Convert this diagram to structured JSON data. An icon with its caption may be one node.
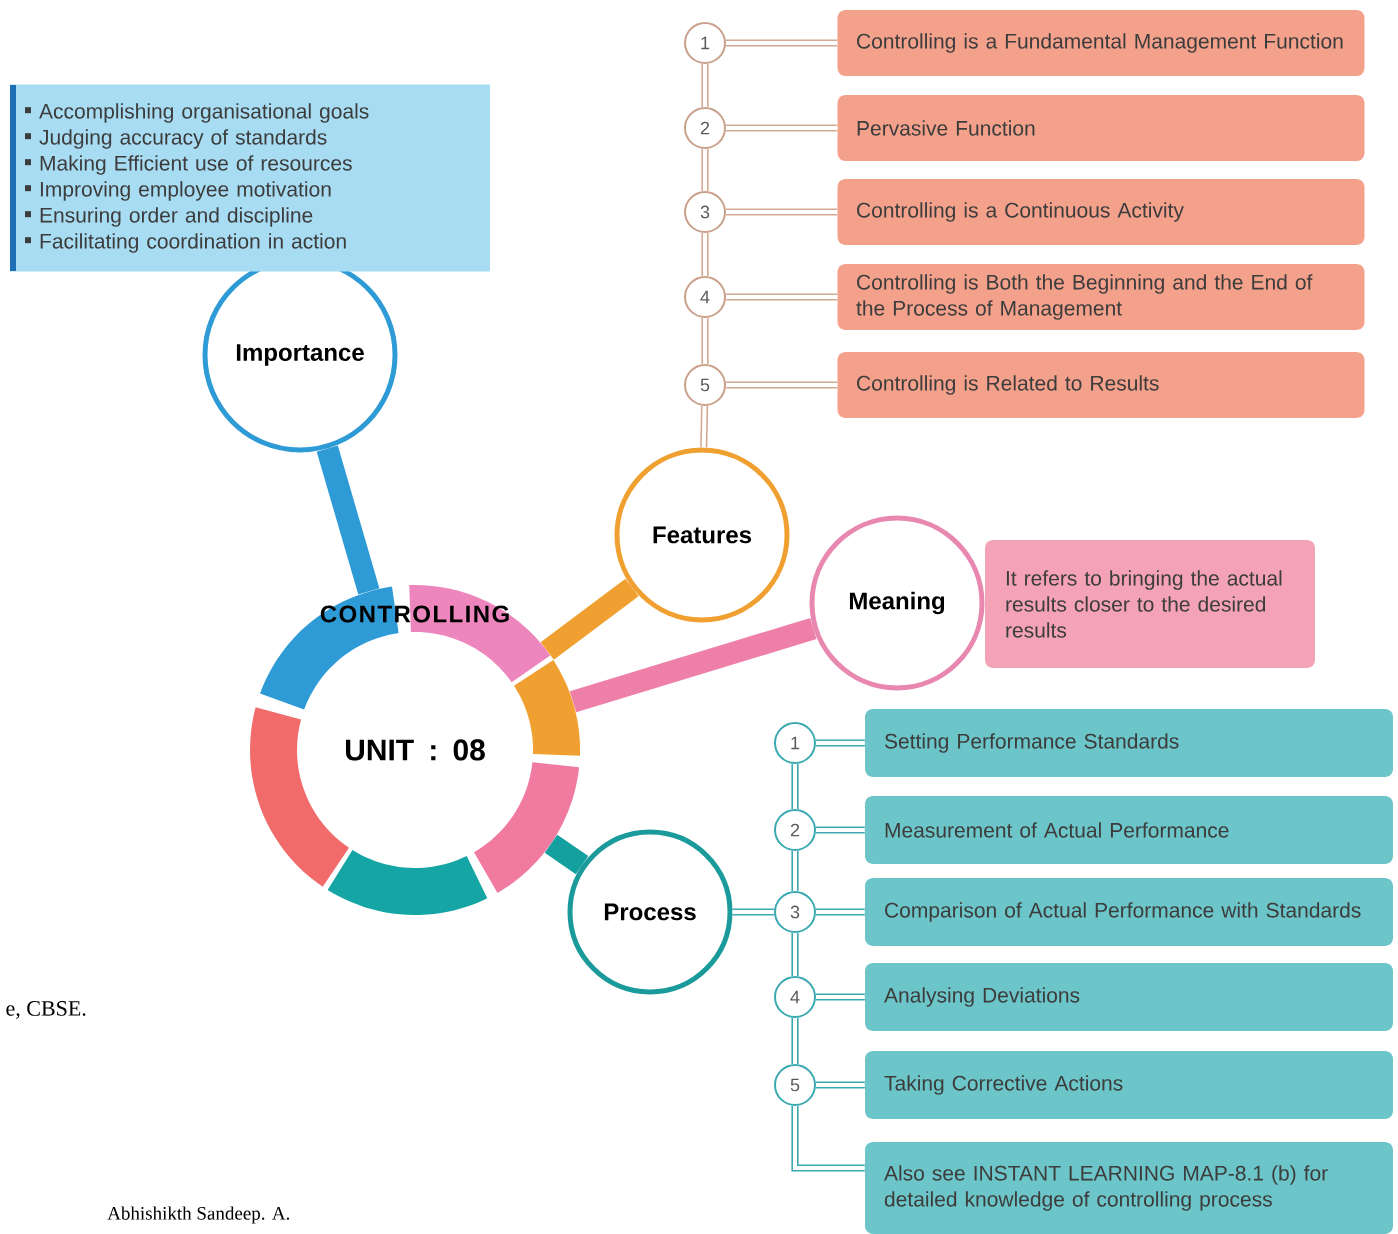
{
  "diagram": {
    "nodes": [
      {
        "text": [
          "CONTROLLING",
          "UNIT : 08"
        ]
      },
      {
        "text": [
          "Importance"
        ]
      },
      {
        "text": [
          "Accomplishing organisational goals",
          "Judging accuracy of standards",
          "Making Efficient use of resources",
          "Improving employee motivation",
          "Ensuring order and discipline",
          "Facilitating coordination in action"
        ]
      },
      {
        "text": [
          "Features"
        ]
      },
      {
        "text": [
          "1"
        ]
      },
      {
        "text": [
          "2"
        ]
      },
      {
        "text": [
          "3"
        ]
      },
      {
        "text": [
          "4"
        ]
      },
      {
        "text": [
          "5"
        ]
      },
      {
        "text": [
          "Controlling is a Fundamental Management Function"
        ]
      },
      {
        "text": [
          "Pervasive Function"
        ]
      },
      {
        "text": [
          "Controlling is a Continuous Activity"
        ]
      },
      {
        "text": [
          "Controlling is Both the Beginning and the End of the Process of Management"
        ]
      },
      {
        "text": [
          "Controlling is Related to Results"
        ]
      },
      {
        "text": [
          "Meaning"
        ]
      },
      {
        "text": [
          "It refers to bringing the actual results closer to the desired results"
        ]
      },
      {
        "text": [
          "Process"
        ]
      },
      {
        "text": [
          "1"
        ]
      },
      {
        "text": [
          "2"
        ]
      },
      {
        "text": [
          "3"
        ]
      },
      {
        "text": [
          "4"
        ]
      },
      {
        "text": [
          "5"
        ]
      },
      {
        "text": [
          "Setting Performance Standards"
        ]
      },
      {
        "text": [
          "Measurement of Actual Performance"
        ]
      },
      {
        "text": [
          "Comparison of Actual Performance with Standards"
        ]
      },
      {
        "text": [
          "Analysing Deviations"
        ]
      },
      {
        "text": [
          "Taking Corrective Actions"
        ]
      },
      {
        "text": [
          "Also see INSTANT LEARNING MAP-8.1 (b) for detailed knowledge of controlling process"
        ]
      }
    ],
    "edges": [
      {
        "from": 0,
        "to": 1,
        "arrow": "none",
        "style": "thick",
        "color": "#2e9bd6"
      },
      {
        "from": 0,
        "to": 3,
        "arrow": "none",
        "style": "thick",
        "color": "#f0a030"
      },
      {
        "from": 0,
        "to": 14,
        "arrow": "none",
        "style": "thick",
        "color": "#ee7fa8"
      },
      {
        "from": 0,
        "to": 16,
        "arrow": "none",
        "style": "thick",
        "color": "#15a0a0"
      },
      {
        "from": 3,
        "to": 8,
        "arrow": "none",
        "color": "#d4a994"
      },
      {
        "from": 8,
        "to": 7,
        "arrow": "none",
        "color": "#d4a994"
      },
      {
        "from": 7,
        "to": 6,
        "arrow": "none",
        "color": "#d4a994"
      },
      {
        "from": 6,
        "to": 5,
        "arrow": "none",
        "color": "#d4a994"
      },
      {
        "from": 5,
        "to": 4,
        "arrow": "none",
        "color": "#d4a994"
      },
      {
        "from": 4,
        "to": 9,
        "arrow": "none",
        "color": "#d4a994"
      },
      {
        "from": 5,
        "to": 10,
        "arrow": "none",
        "color": "#d4a994"
      },
      {
        "from": 6,
        "to": 11,
        "arrow": "none",
        "color": "#d4a994"
      },
      {
        "from": 7,
        "to": 12,
        "arrow": "none",
        "color": "#d4a994"
      },
      {
        "from": 8,
        "to": 13,
        "arrow": "none",
        "color": "#d4a994"
      },
      {
        "from": 16,
        "to": 19,
        "arrow": "none",
        "color": "#3aaab0"
      },
      {
        "from": 17,
        "to": 18,
        "arrow": "none",
        "color": "#3aaab0"
      },
      {
        "from": 18,
        "to": 19,
        "arrow": "none",
        "color": "#3aaab0"
      },
      {
        "from": 19,
        "to": 20,
        "arrow": "none",
        "color": "#3aaab0"
      },
      {
        "from": 20,
        "to": 21,
        "arrow": "none",
        "color": "#3aaab0"
      },
      {
        "from": 17,
        "to": 22,
        "arrow": "none",
        "color": "#3aaab0"
      },
      {
        "from": 18,
        "to": 23,
        "arrow": "none",
        "color": "#3aaab0"
      },
      {
        "from": 19,
        "to": 24,
        "arrow": "none",
        "color": "#3aaab0"
      },
      {
        "from": 20,
        "to": 25,
        "arrow": "none",
        "color": "#3aaab0"
      },
      {
        "from": 21,
        "to": 26,
        "arrow": "none",
        "color": "#3aaab0"
      },
      {
        "from": 21,
        "to": 27,
        "arrow": "none",
        "color": "#3aaab0"
      }
    ],
    "labels": [
      "e, CBSE.",
      "Abhishikth Sandeep. A."
    ]
  }
}
